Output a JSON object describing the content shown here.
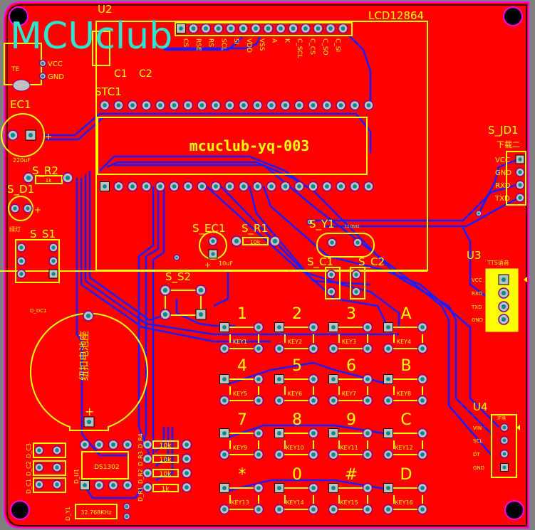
{
  "logo": "MCUclub",
  "colors": {
    "board": "#ff0000",
    "silk": "#ffff00",
    "trace": "#1b1bff",
    "pad": "#c0c0c0",
    "drill": "#008b8b",
    "outline": "#ff00ff",
    "logo": "#2ee6d0"
  },
  "lcd": {
    "ref": "LCD12864",
    "pins": [
      "CS",
      "RSE",
      "RS",
      "SCL",
      "SI",
      "VDD",
      "VSS",
      "A",
      "K",
      "C_SCL",
      "C_CS",
      "C_SO",
      "C_SI"
    ]
  },
  "u2": {
    "ref": "U2",
    "c1": "C1",
    "c2": "C2",
    "te": "TE",
    "vcc": "VCC",
    "gnd": "GND"
  },
  "stc": {
    "ref": "STC1",
    "part": "mcuclub-yq-003"
  },
  "ec1": {
    "ref": "EC1",
    "value": "220uF",
    "plus": "+"
  },
  "s_r2": {
    "ref": "S_R2",
    "value": "1k"
  },
  "s_d1": {
    "ref": "S_D1",
    "note": "绿灯",
    "plus": "+"
  },
  "s_s1": {
    "ref": "S_S1"
  },
  "d_dc1": {
    "ref": "D_DC1",
    "name": "纽扣电池座",
    "plus": "+"
  },
  "ds": {
    "caps": [
      "D_C3",
      "D_C2",
      "D_C1"
    ],
    "u1": "D_U1",
    "chip": "DS1302",
    "resistors": [
      {
        "ref": "D_R4",
        "value": "10k"
      },
      {
        "ref": "D_R3",
        "value": "10k"
      },
      {
        "ref": "D_R2",
        "value": "10k"
      },
      {
        "ref": "D_R1",
        "value": "1k"
      }
    ],
    "y1": "D_Y1",
    "crystal": "32.768KHz"
  },
  "s_ec1": {
    "ref": "S_EC1",
    "value": "10uF",
    "plus": "+"
  },
  "s_r1": {
    "ref": "S_R1",
    "value": "10k"
  },
  "s_y1": {
    "ref": "S_Y1",
    "value": "11.0592"
  },
  "s_c1": {
    "ref": "S_C1"
  },
  "s_c2": {
    "ref": "S_C2"
  },
  "s_s2": {
    "ref": "S_S2"
  },
  "keypad": {
    "keys": [
      {
        "label": "1",
        "ref": "KEY1"
      },
      {
        "label": "2",
        "ref": "KEY2"
      },
      {
        "label": "3",
        "ref": "KEY3"
      },
      {
        "label": "A",
        "ref": "KEY4"
      },
      {
        "label": "4",
        "ref": "KEY5"
      },
      {
        "label": "5",
        "ref": "KEY6"
      },
      {
        "label": "6",
        "ref": "KEY7"
      },
      {
        "label": "B",
        "ref": "KEY8"
      },
      {
        "label": "7",
        "ref": "KEY9"
      },
      {
        "label": "8",
        "ref": "KEY10"
      },
      {
        "label": "9",
        "ref": "KEY11"
      },
      {
        "label": "C",
        "ref": "KEY12"
      },
      {
        "label": "*",
        "ref": "KEY13"
      },
      {
        "label": "0",
        "ref": "KEY14"
      },
      {
        "label": "#",
        "ref": "KEY15"
      },
      {
        "label": "D",
        "ref": "KEY16"
      }
    ]
  },
  "s_jd1": {
    "ref": "S_JD1",
    "name": "下载二",
    "pins": [
      "VCC",
      "GND",
      "RXD",
      "TXD"
    ]
  },
  "u3": {
    "ref": "U3",
    "name": "TTS语音",
    "pins": [
      "VCC",
      "RXD",
      "TXD",
      "GND"
    ]
  },
  "u4": {
    "ref": "U4",
    "name": "环境",
    "pins": [
      "VIN",
      "SCL",
      "DT",
      "GND"
    ]
  }
}
